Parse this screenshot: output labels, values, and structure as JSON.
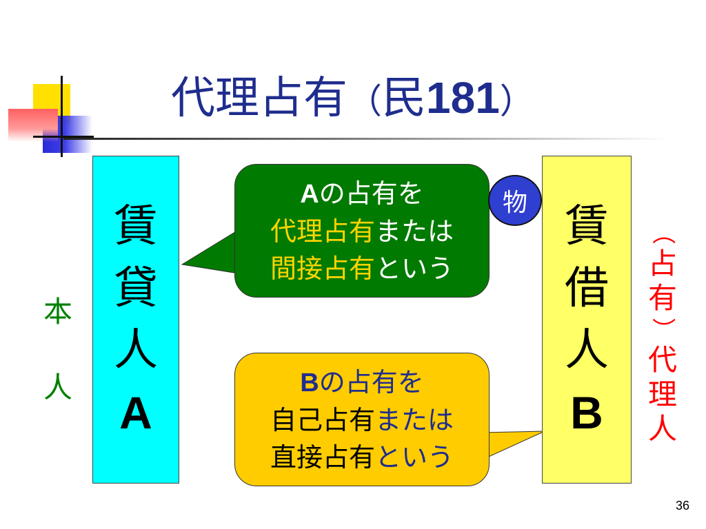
{
  "slide": {
    "title": {
      "main": "代理占有",
      "open_paren": "（",
      "min": "民",
      "number": "181",
      "close_paren": "）"
    },
    "lessor": {
      "chars": [
        "賃",
        "貸",
        "人"
      ],
      "letter": "A"
    },
    "lessee": {
      "chars": [
        "賃",
        "借",
        "人"
      ],
      "letter": "B"
    },
    "principal_label": [
      "本",
      "人"
    ],
    "agent_label": {
      "paren_open": "（",
      "lines": [
        "占",
        "有"
      ],
      "paren_close": "）",
      "rest": [
        "代",
        "理",
        "人"
      ]
    },
    "object_label": "物",
    "green_bubble": {
      "line1_letter": "A",
      "line1_rest": "の占有を",
      "line2_highlight": "代理占有",
      "line2_rest": "または",
      "line3_highlight": "間接占有",
      "line3_rest": "という"
    },
    "yellow_bubble": {
      "line1_letter": "B",
      "line1_rest": "の占有を",
      "line2_plain": "自己占有",
      "line2_highlight": "または",
      "line3_plain": "直接占有",
      "line3_highlight": "という"
    },
    "page_number": "36"
  },
  "colors": {
    "title": "#1f2d8e",
    "lessor_fill": "#00ffff",
    "lessee_fill": "#ffff66",
    "green_bubble": "#007a00",
    "yellow_bubble": "#ffcc00",
    "object_circle": "#2f3fd0",
    "principal_text": "#008000",
    "agent_text": "#ff0000"
  }
}
